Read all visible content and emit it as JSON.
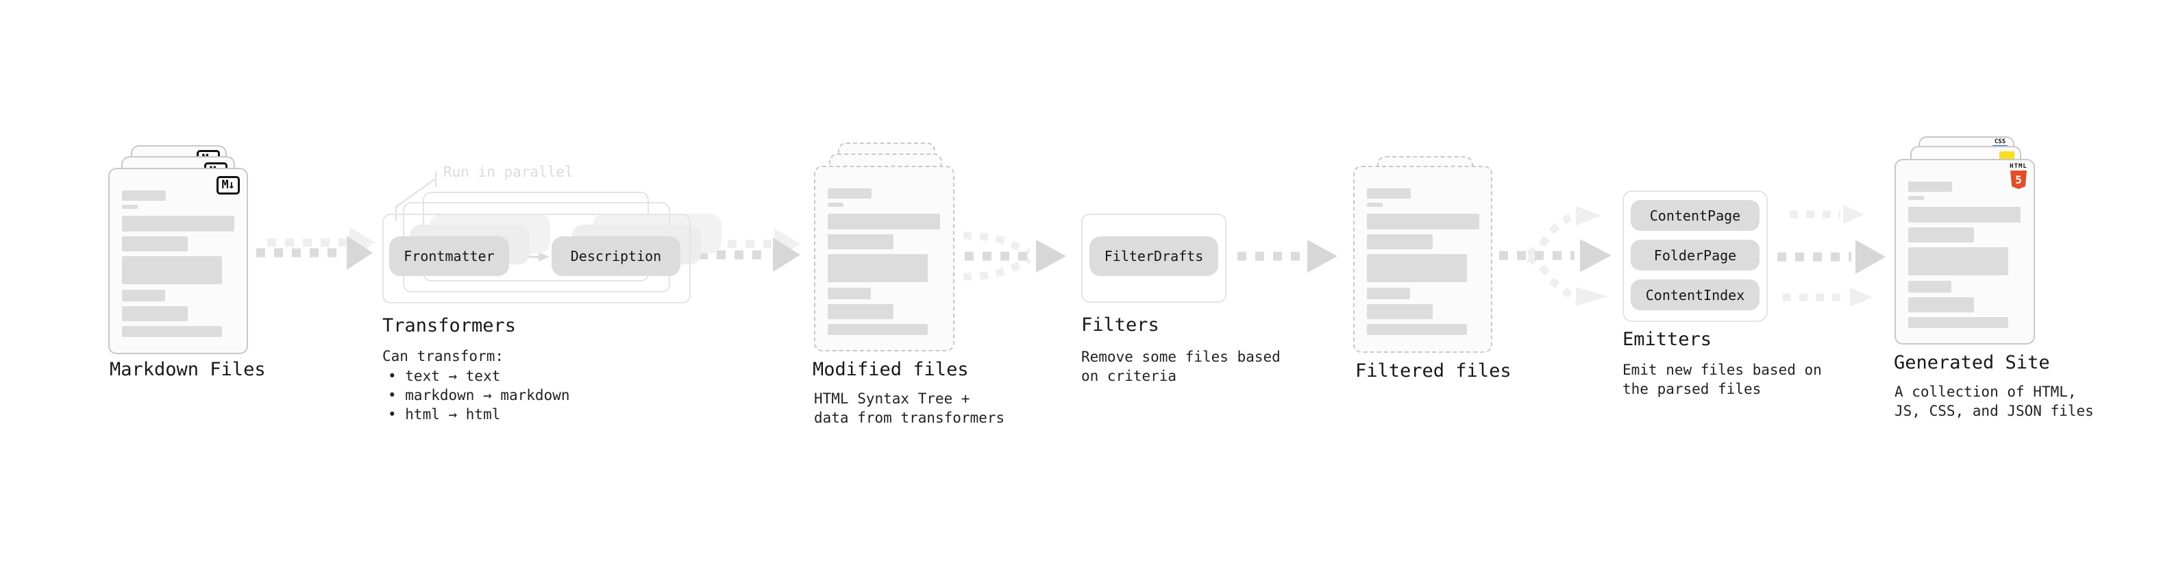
{
  "stages": {
    "markdown_files": {
      "title": "Markdown Files",
      "badge": "M↓"
    },
    "transformers": {
      "title": "Transformers",
      "note": "Run in parallel",
      "pill_frontmatter": "Frontmatter",
      "pill_description": "Description",
      "desc_heading": "Can transform:",
      "bullet_1": "• text → text",
      "bullet_2": "• markdown → markdown",
      "bullet_3": "• html → html"
    },
    "modified_files": {
      "title": "Modified files",
      "desc_line1": "HTML Syntax Tree +",
      "desc_line2": "data from transformers"
    },
    "filters": {
      "title": "Filters",
      "pill_filterdrafts": "FilterDrafts",
      "desc_line1": "Remove some files based",
      "desc_line2": "on criteria"
    },
    "filtered_files": {
      "title": "Filtered files"
    },
    "emitters": {
      "title": "Emitters",
      "pill_contentpage": "ContentPage",
      "pill_folderpage": "FolderPage",
      "pill_contentindex": "ContentIndex",
      "desc_line1": "Emit new files based on",
      "desc_line2": "the parsed files"
    },
    "generated_site": {
      "title": "Generated Site",
      "desc_line1": "A collection of HTML,",
      "desc_line2": "JS, CSS, and JSON files",
      "badge_css": "CSS",
      "badge_html_label": "HTML",
      "badge_html_number": "5"
    }
  },
  "colors": {
    "html5_orange": "#e44d26",
    "js_yellow": "#f7df1e",
    "css_blue": "#2965f1",
    "pill_gray": "#dcdcdc",
    "arrow_gray": "#dbdbdb",
    "arrow_light": "#ececec"
  }
}
